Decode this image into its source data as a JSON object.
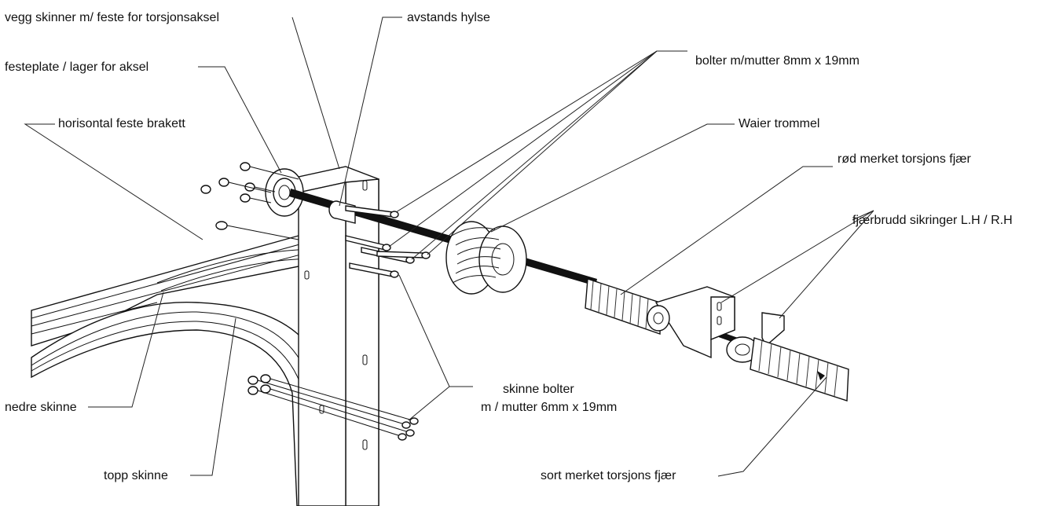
{
  "labels": {
    "wall_track": "vegg skinner m/ feste for torsjonsaksel",
    "spacer": "avstands hylse",
    "bearing_plate": "festeplate / lager for aksel",
    "bolts_8mm": "bolter m/mutter 8mm x 19mm",
    "horizontal_bracket": "horisontal feste brakett",
    "cable_drum": "Waier trommel",
    "red_spring": "rød merket torsjons fjær",
    "spring_safety": "fjærbrudd sikringer L.H / R.H",
    "track_bolts_line1": "skinne bolter",
    "track_bolts_line2": "m / mutter 6mm x 19mm",
    "lower_track": "nedre skinne",
    "top_track": "topp skinne",
    "black_spring": "sort merket torsjons fjær"
  }
}
